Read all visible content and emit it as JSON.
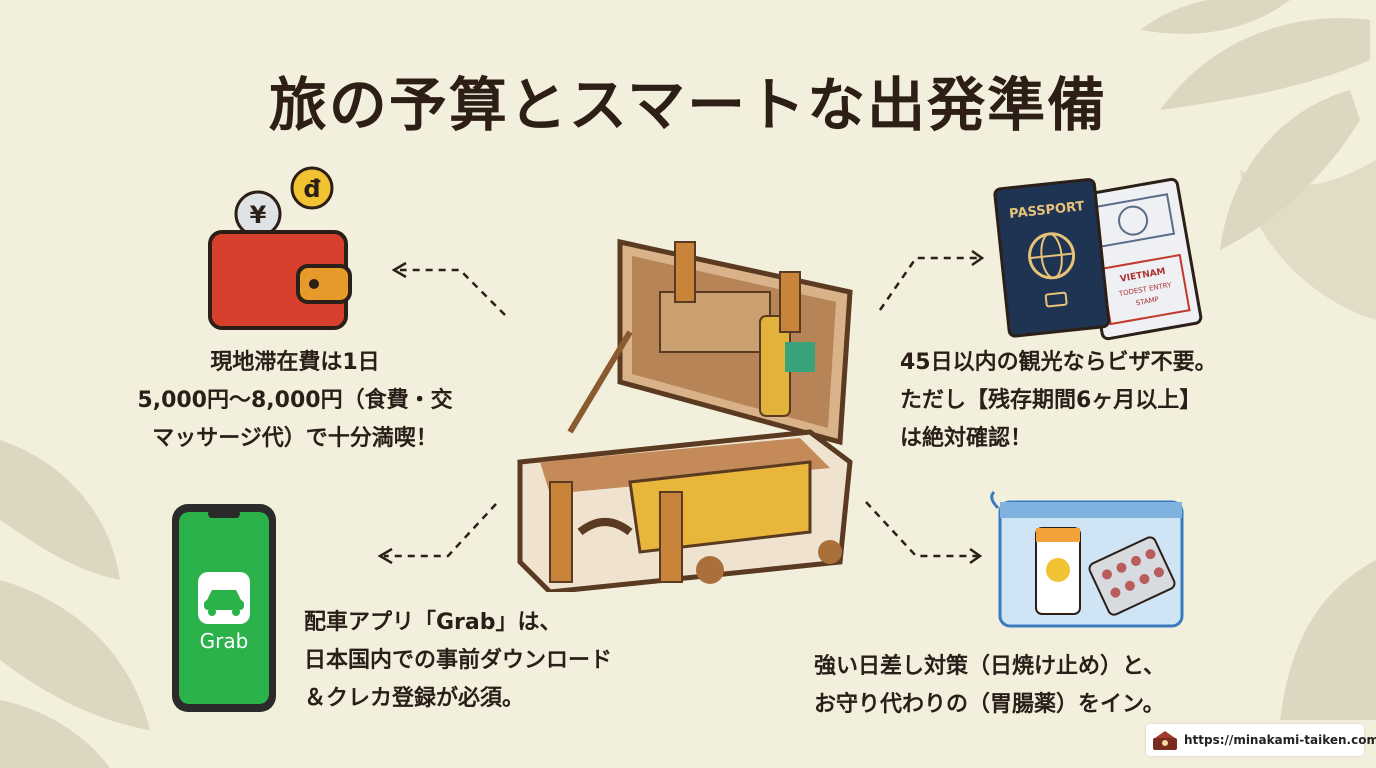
{
  "title": "旅の予算とスマートな出発準備",
  "sections": {
    "budget": {
      "lines": [
        "現地滞在費は1日",
        "5,000円〜8,000円（食費・交",
        "マッサージ代）で十分満喫！"
      ],
      "icon": "wallet-icon",
      "coins": [
        "¥",
        "đ"
      ]
    },
    "visa": {
      "lines": [
        "45日以内の観光ならビザ不要。",
        "ただし【残存期間6ヶ月以上】",
        "は絶対確認！"
      ],
      "icon": "passport-icon",
      "passport_label": "PASSPORT",
      "stamp_lines": [
        "VIETNAM",
        "TODEST ENTRY",
        "STAMP"
      ]
    },
    "app": {
      "lines": [
        "配車アプリ「Grab」は、",
        "日本国内での事前ダウンロード",
        "＆クレカ登録が必須。"
      ],
      "icon": "smartphone-icon",
      "app_name": "Grab"
    },
    "health": {
      "lines": [
        "強い日差し対策（日焼け止め）と、",
        "お守り代わりの（胃腸薬）をイン。"
      ],
      "icon": "pouch-icon"
    }
  },
  "footer": {
    "url": "https://minakami-taiken.com/"
  },
  "colors": {
    "background": "#f3efdd",
    "leaf": "#dcd6c0",
    "text": "#2a1f18",
    "wallet": "#d8402e",
    "passport": "#1f3352",
    "grab_green": "#2bb24a",
    "suitcase_leather": "#a9703c"
  }
}
